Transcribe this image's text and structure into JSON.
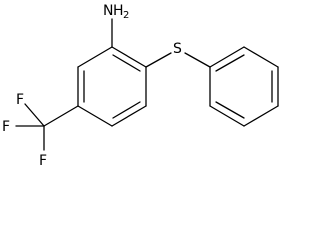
{
  "molecule": {
    "atoms": {
      "amine": {
        "element": "N",
        "hydrogens": "H",
        "hydrogen_count": "2"
      },
      "thioether": {
        "element": "S"
      },
      "fluorine_top": {
        "element": "F"
      },
      "fluorine_left": {
        "element": "F"
      },
      "fluorine_bottom": {
        "element": "F"
      }
    }
  },
  "colors": {
    "bond": "#000000",
    "background": "#ffffff"
  }
}
